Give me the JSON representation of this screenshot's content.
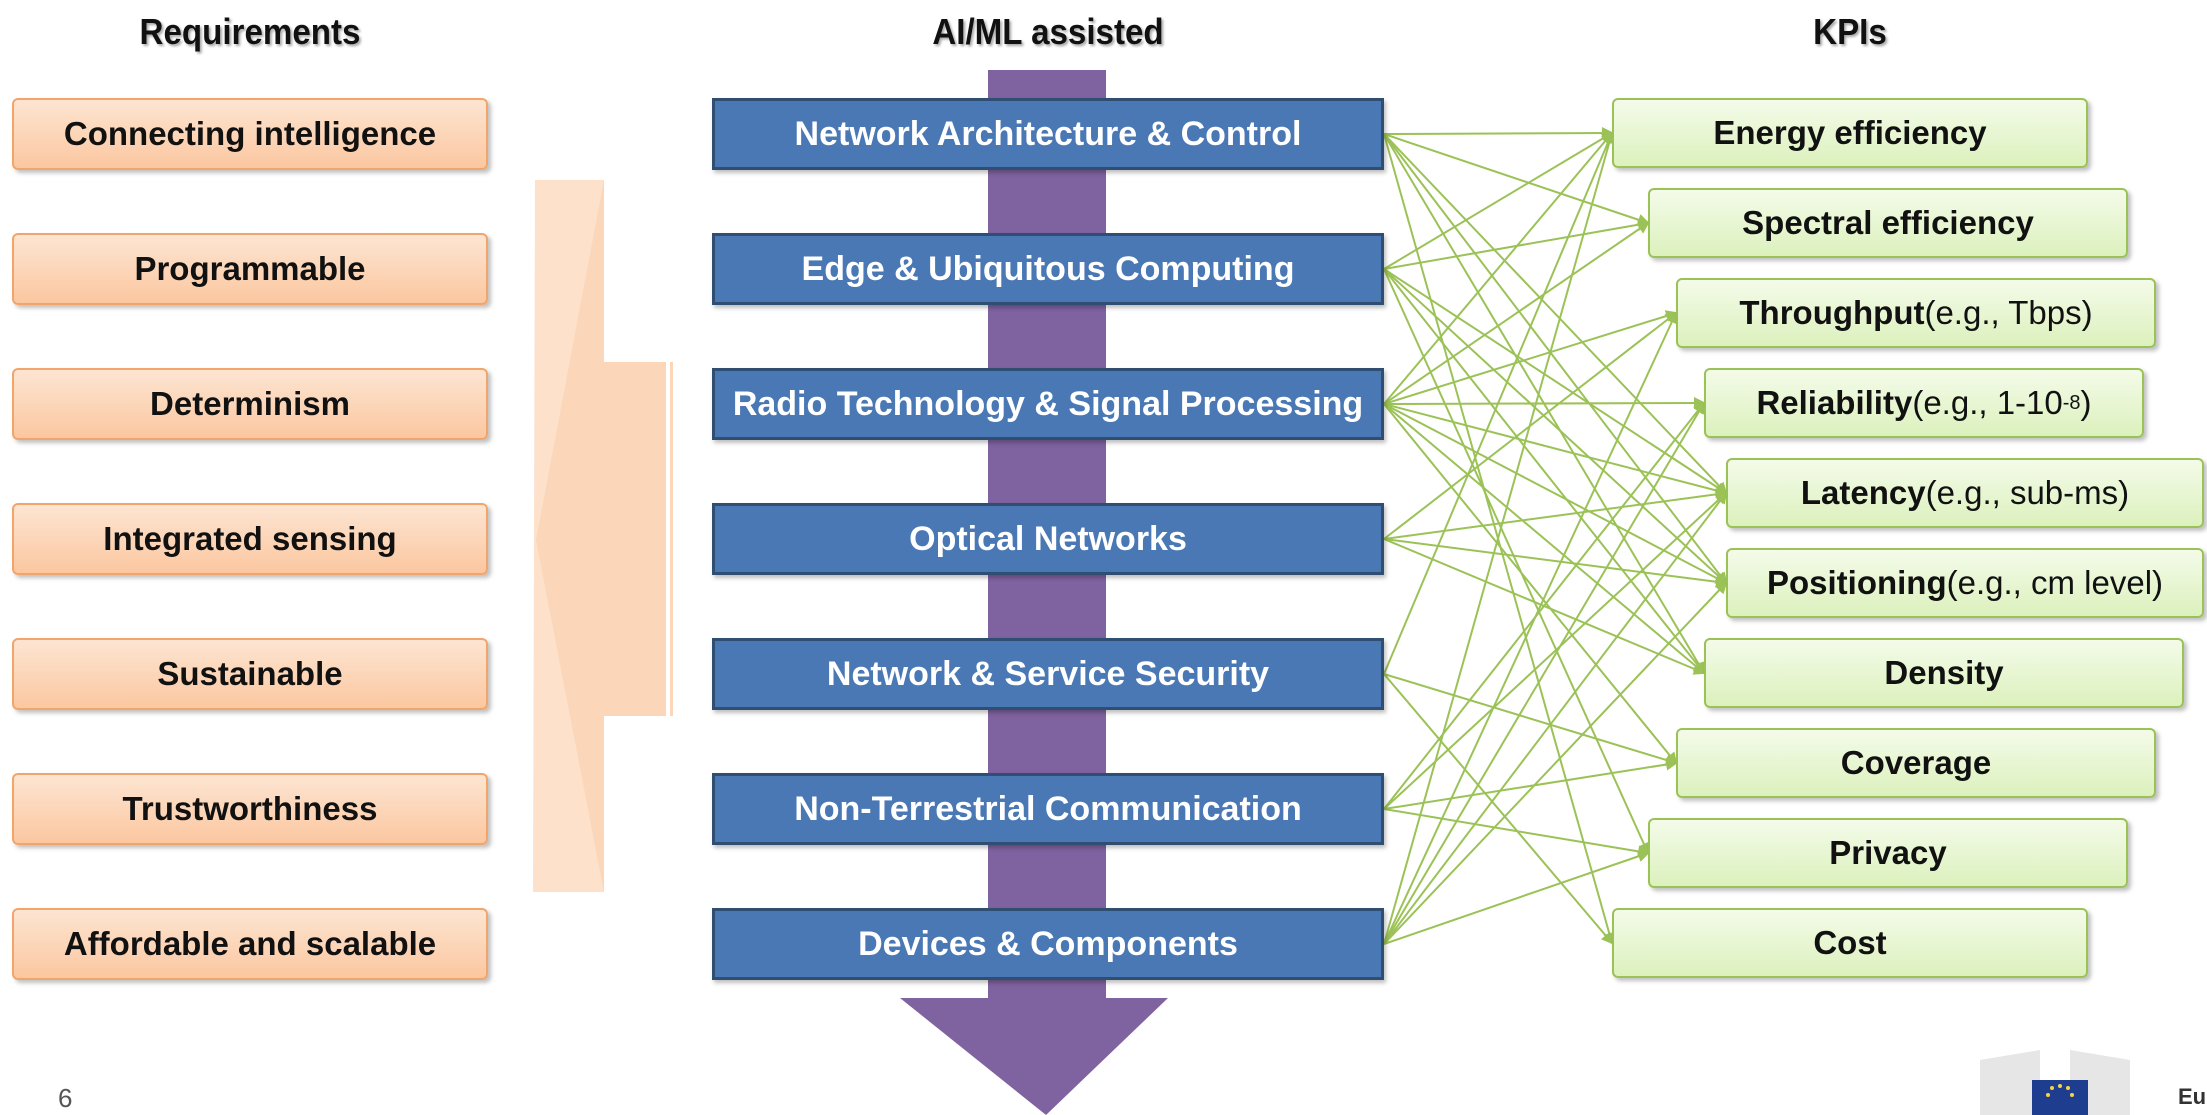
{
  "headers": {
    "requirements": "Requirements",
    "ai_ml": "AI/ML assisted",
    "kpis": "KPIs"
  },
  "requirements": [
    "Connecting intelligence",
    "Programmable",
    "Determinism",
    "Integrated sensing",
    "Sustainable",
    "Trustworthiness",
    "Affordable and scalable"
  ],
  "areas": [
    "Network Architecture & Control",
    "Edge & Ubiquitous Computing",
    "Radio Technology & Signal Processing",
    "Optical Networks",
    "Network & Service Security",
    "Non-Terrestrial Communication",
    "Devices & Components"
  ],
  "kpis": [
    {
      "bold": "Energy efficiency",
      "detail": ""
    },
    {
      "bold": "Spectral efficiency",
      "detail": ""
    },
    {
      "bold": "Throughput",
      "detail": " (e.g., Tbps)"
    },
    {
      "bold": "Reliability",
      "detail": " (e.g., 1-10",
      "sup": "-8",
      "tail": ")"
    },
    {
      "bold": "Latency",
      "detail": " (e.g., sub-ms)"
    },
    {
      "bold": "Positioning",
      "detail": " (e.g., cm level)"
    },
    {
      "bold": "Density",
      "detail": ""
    },
    {
      "bold": "Coverage",
      "detail": ""
    },
    {
      "bold": "Privacy",
      "detail": ""
    },
    {
      "bold": "Cost",
      "detail": ""
    }
  ],
  "connections": [
    [
      0,
      0
    ],
    [
      0,
      1
    ],
    [
      0,
      4
    ],
    [
      0,
      5
    ],
    [
      0,
      6
    ],
    [
      0,
      9
    ],
    [
      1,
      0
    ],
    [
      1,
      1
    ],
    [
      1,
      4
    ],
    [
      1,
      5
    ],
    [
      1,
      6
    ],
    [
      1,
      8
    ],
    [
      2,
      0
    ],
    [
      2,
      1
    ],
    [
      2,
      2
    ],
    [
      2,
      3
    ],
    [
      2,
      4
    ],
    [
      2,
      5
    ],
    [
      2,
      6
    ],
    [
      2,
      7
    ],
    [
      3,
      2
    ],
    [
      3,
      4
    ],
    [
      3,
      5
    ],
    [
      3,
      6
    ],
    [
      4,
      0
    ],
    [
      4,
      7
    ],
    [
      4,
      9
    ],
    [
      5,
      3
    ],
    [
      5,
      4
    ],
    [
      5,
      7
    ],
    [
      5,
      8
    ],
    [
      6,
      0
    ],
    [
      6,
      2
    ],
    [
      6,
      3
    ],
    [
      6,
      4
    ],
    [
      6,
      5
    ],
    [
      6,
      8
    ]
  ],
  "colors": {
    "requirement_fill": "#fbc7a0",
    "area_fill": "#4a78b4",
    "kpi_fill": "#dcf1bd",
    "arrow_purple": "#7f62a0",
    "connector_green": "#9bc256",
    "big_arrow_peach": "#fcd6b8"
  },
  "footer": {
    "page_number": "6",
    "logo_text": "Eu"
  }
}
